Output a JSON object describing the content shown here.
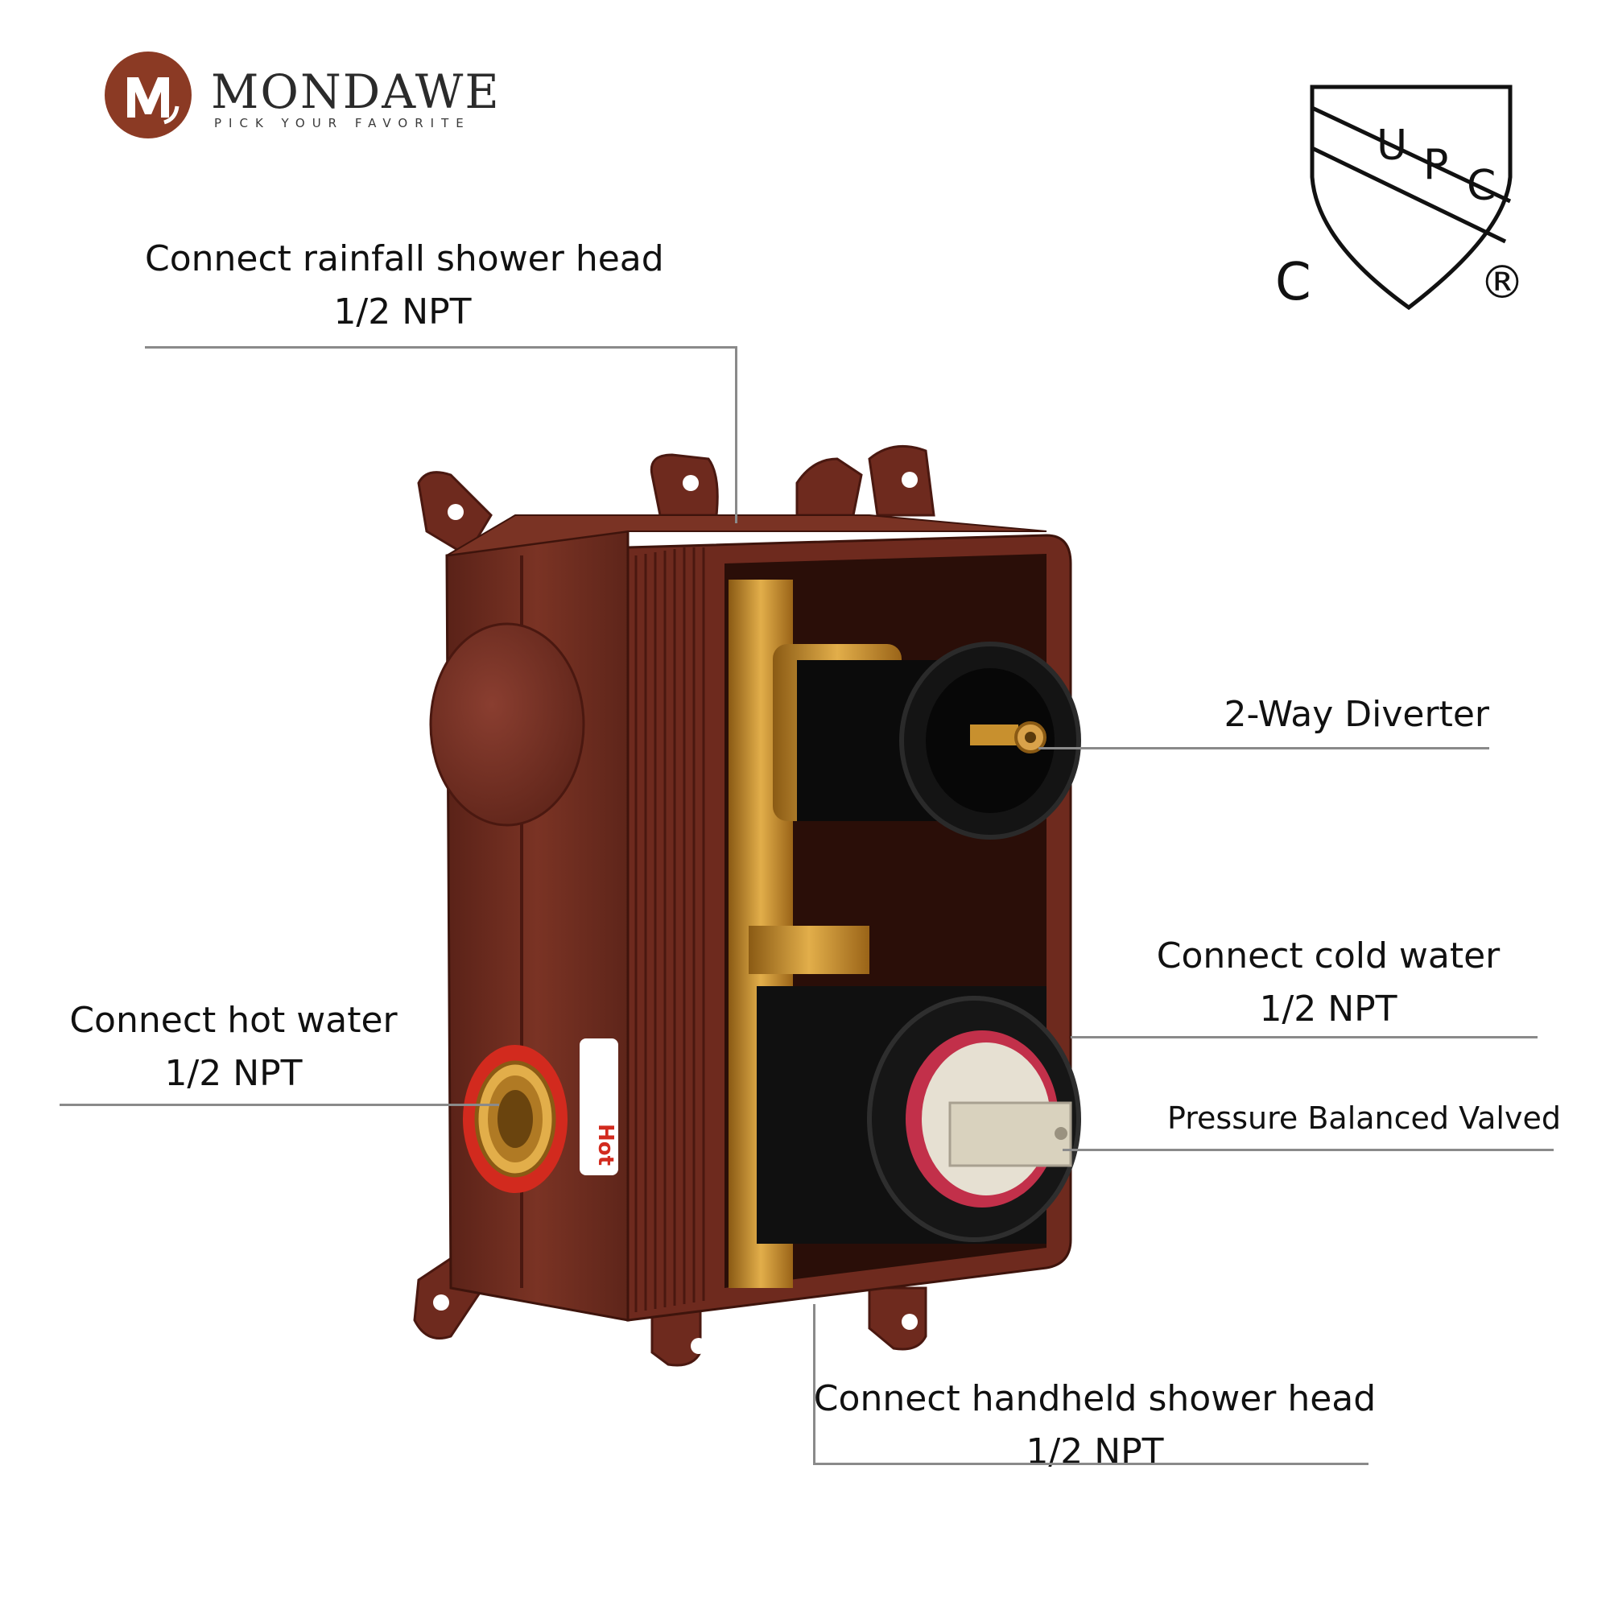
{
  "brand": {
    "name": "MONDAWE",
    "tagline": "PICK YOUR FAVORITE",
    "logo_color": "#8B3A24"
  },
  "certification": {
    "mark_text": "UPC",
    "left_letter": "C",
    "registered_symbol": "®"
  },
  "product": {
    "box_color": "#6E2A1E",
    "brass_color": "#C8902E",
    "cartridge_color": "#0B0B0B",
    "hot_label": "Hot"
  },
  "callouts": {
    "rainfall": {
      "line1": "Connect rainfall shower head",
      "line2": "1/2 NPT"
    },
    "diverter": {
      "line1": "2-Way Diverter"
    },
    "cold": {
      "line1": "Connect cold water",
      "line2": "1/2 NPT"
    },
    "pressure": {
      "line1": "Pressure Balanced Valved"
    },
    "hot": {
      "line1": "Connect hot water",
      "line2": "1/2 NPT"
    },
    "handheld": {
      "line1": "Connect handheld shower head",
      "line2": "1/2 NPT"
    }
  }
}
